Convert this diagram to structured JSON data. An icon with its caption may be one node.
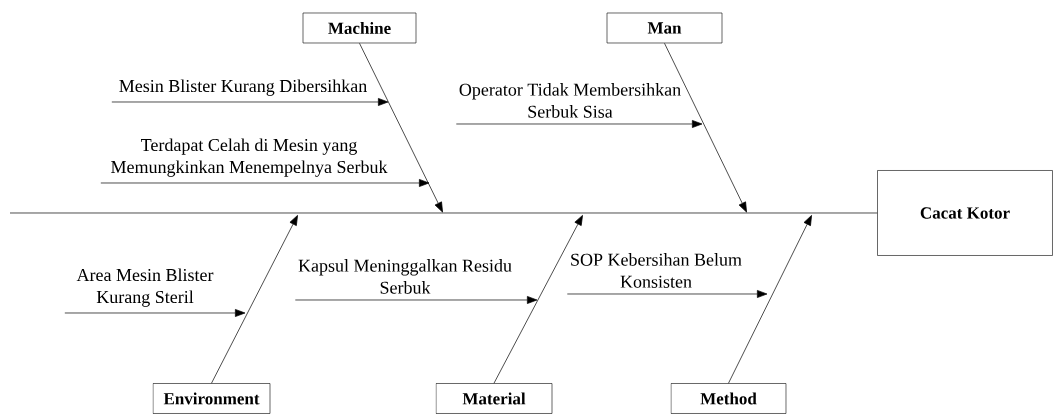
{
  "diagram": {
    "nodes": [
      {
        "text": [
          "Machine"
        ]
      },
      {
        "text": [
          "Man"
        ]
      },
      {
        "text": [
          "Cacat Kotor"
        ]
      },
      {
        "text": [
          "Environment"
        ]
      },
      {
        "text": [
          "Material"
        ]
      },
      {
        "text": [
          "Method"
        ]
      },
      {
        "text": [
          "Mesin Blister Kurang Dibersihkan"
        ]
      },
      {
        "text": [
          "Operator Tidak Membersihkan Serbuk Sisa"
        ]
      },
      {
        "text": [
          "Terdapat Celah di Mesin yang Memungkinkan Menempelnya Serbuk"
        ]
      },
      {
        "text": [
          "Area Mesin Blister Kurang Steril"
        ]
      },
      {
        "text": [
          "Kapsul Meninggalkan Residu Serbuk"
        ]
      },
      {
        "text": [
          "SOP Kebersihan Belum Konsisten"
        ]
      }
    ],
    "edges": [
      {
        "from": null,
        "to": 2,
        "arrow": "none"
      },
      {
        "from": 0,
        "to": null,
        "arrow": "to"
      },
      {
        "from": 1,
        "to": null,
        "arrow": "to"
      },
      {
        "from": 3,
        "to": null,
        "arrow": "to"
      },
      {
        "from": 4,
        "to": null,
        "arrow": "to"
      },
      {
        "from": 5,
        "to": null,
        "arrow": "to"
      },
      {
        "from": 6,
        "to": null,
        "arrow": "to"
      },
      {
        "from": 7,
        "to": null,
        "arrow": "to"
      },
      {
        "from": 8,
        "to": null,
        "arrow": "to"
      },
      {
        "from": 9,
        "to": null,
        "arrow": "to"
      },
      {
        "from": 10,
        "to": null,
        "arrow": "to"
      },
      {
        "from": 11,
        "to": null,
        "arrow": "to"
      }
    ]
  }
}
